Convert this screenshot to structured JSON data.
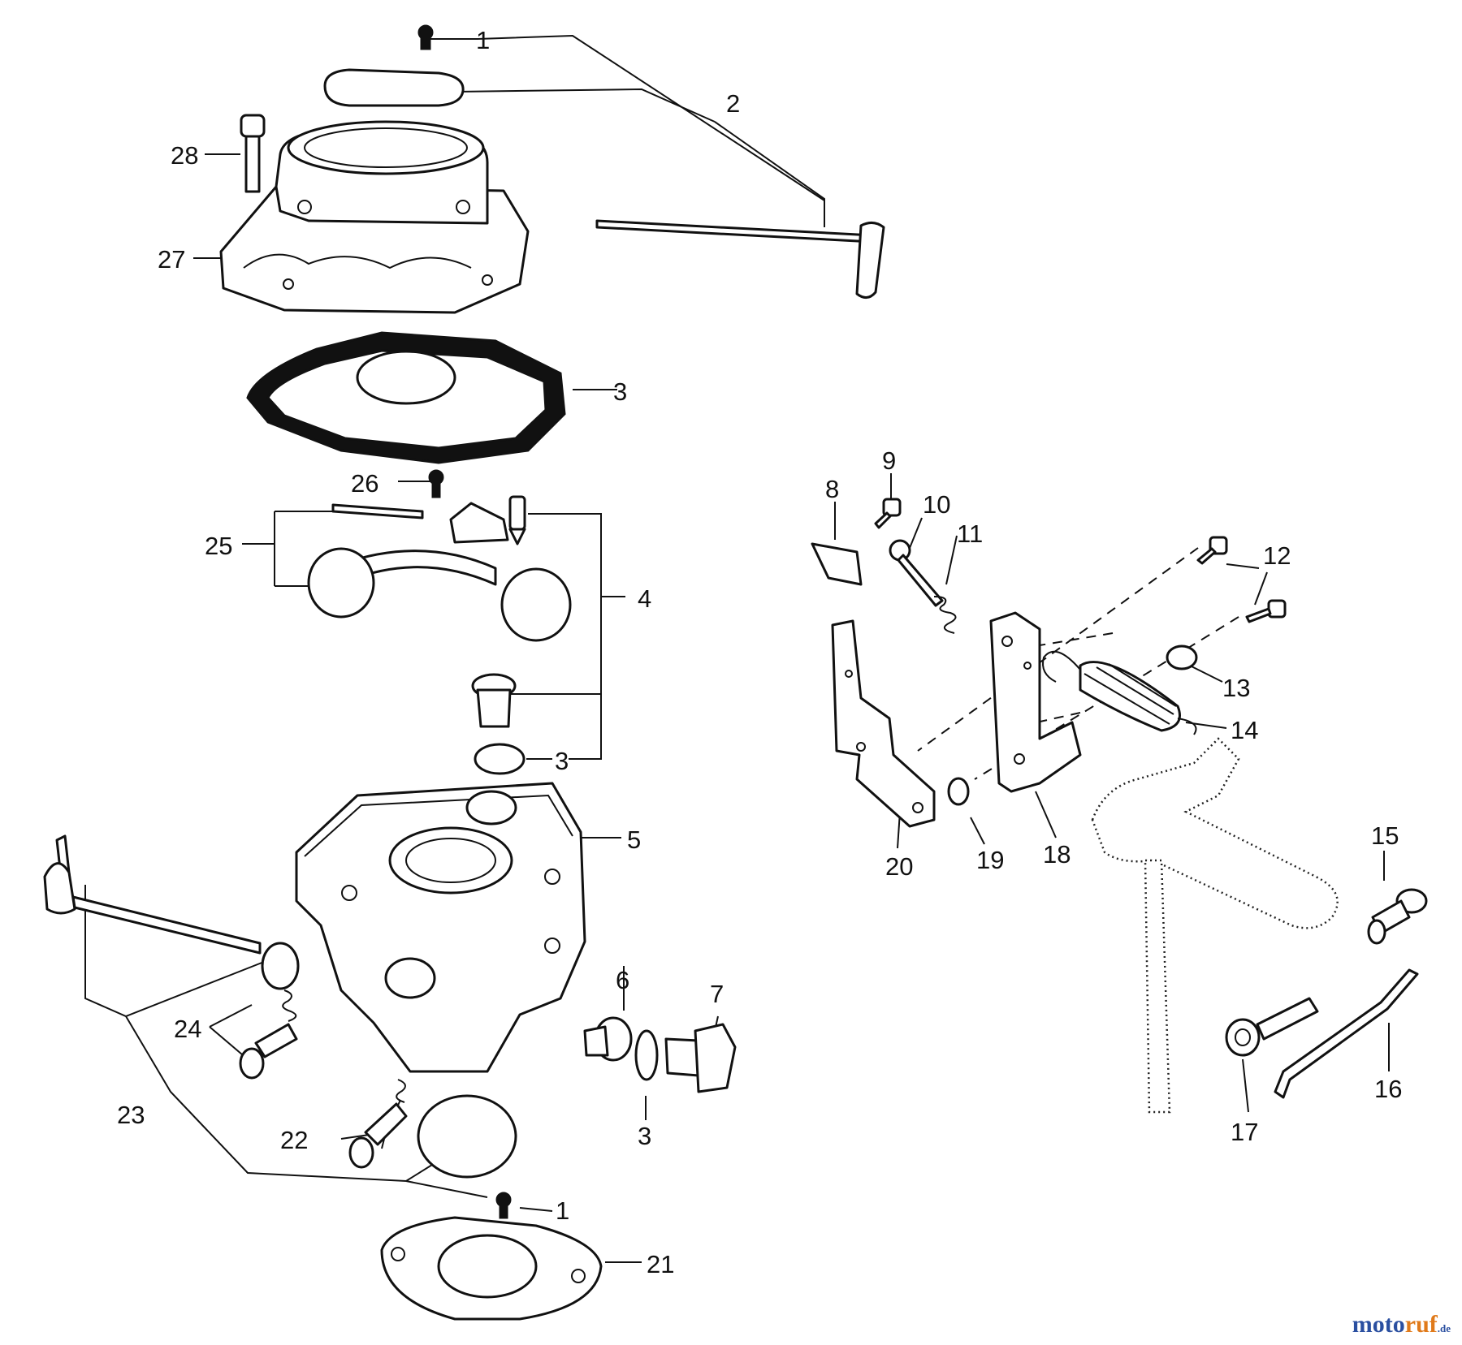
{
  "labels": {
    "p1": "1",
    "p1b": "1",
    "p2": "2",
    "p3a": "3",
    "p3b": "3",
    "p3c": "3",
    "p4": "4",
    "p5": "5",
    "p6": "6",
    "p7": "7",
    "p8": "8",
    "p9": "9",
    "p10": "10",
    "p11": "11",
    "p12": "12",
    "p13": "13",
    "p14": "14",
    "p15": "15",
    "p16": "16",
    "p17": "17",
    "p18": "18",
    "p19": "19",
    "p20": "20",
    "p21": "21",
    "p22": "22",
    "p23": "23",
    "p24": "24",
    "p25": "25",
    "p26": "26",
    "p27": "27",
    "p28": "28"
  },
  "watermark": {
    "part1": "moto",
    "part2": "ruf",
    "tld": ".de"
  }
}
